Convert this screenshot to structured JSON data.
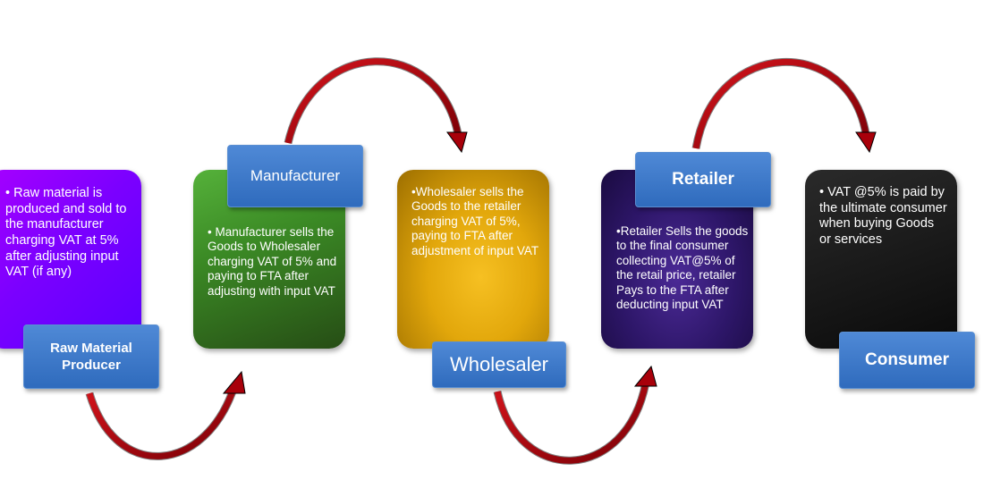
{
  "colors": {
    "arrow": "#b3000a",
    "label": "#3574c4"
  },
  "stages": [
    {
      "label": "Raw Material Producer",
      "description": "• Raw material is produced and sold to the manufacturer charging VAT at 5% after adjusting input VAT (if any)"
    },
    {
      "label": "Manufacturer",
      "description": "• Manufacturer sells the Goods to Wholesaler charging VAT of 5% and paying to FTA after adjusting with input VAT"
    },
    {
      "label": "Wholesaler",
      "description": "•Wholesaler sells the Goods to the retailer charging VAT of 5%, paying to FTA after adjustment of input VAT"
    },
    {
      "label": "Retailer",
      "description": "•Retailer Sells the goods to the final consumer collecting VAT@5% of the retail price, retailer Pays to the FTA after deducting input VAT"
    },
    {
      "label": "Consumer",
      "description": "• VAT @5% is paid by the ultimate consumer when buying Goods or services"
    }
  ]
}
